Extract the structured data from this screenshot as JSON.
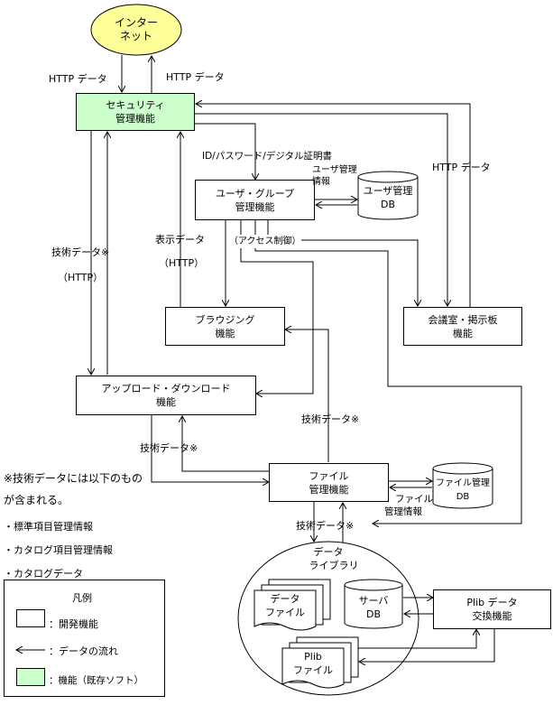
{
  "nodes": {
    "internet": [
      "インター",
      "ネット"
    ],
    "security": [
      "セキュリティ",
      "管理機能"
    ],
    "user_group": [
      "ユーザ・グループ",
      "管理機能"
    ],
    "user_db": [
      "ユーザ管理",
      "DB"
    ],
    "browsing": [
      "ブラウジング",
      "機能"
    ],
    "meeting": [
      "会議室・掲示板",
      "機能"
    ],
    "updown": [
      "アップロード・ダウンロード",
      "機能"
    ],
    "file_mgmt": [
      "ファイル",
      "管理機能"
    ],
    "file_db": [
      "ファイル管理",
      "DB"
    ],
    "data_library_title": [
      "データ",
      "ライブラリ"
    ],
    "data_file": [
      "データ",
      "ファイル"
    ],
    "server_db": [
      "サーバ",
      "DB"
    ],
    "plib_file": [
      "Plib",
      "ファイル"
    ],
    "plib_exchange": [
      "Plib データ",
      "交換機能"
    ]
  },
  "edge_labels": {
    "http_in": "HTTP データ",
    "http_out": "HTTP データ",
    "id_auth": "ID/パスワード/デジタル証明書",
    "user_info": [
      "ユーザ管理",
      "情報"
    ],
    "http_right": "HTTP データ",
    "tech_data": "技術データ※",
    "http_paren1": "（HTTP）",
    "display_data": "表示データ",
    "http_paren2": "（HTTP）",
    "access_control": "（アクセス制御）",
    "tech_data2": "技術データ※",
    "tech_data3": "技術データ※",
    "file_info": [
      "ファイル",
      "管理情報"
    ],
    "tech_data4": "技術データ※"
  },
  "notes": {
    "line1": "※技術データには以下のもの",
    "line2": "が含まれる。",
    "item1": "・標準項目管理情報",
    "item2": "・カタログ項目管理情報",
    "item3": "・カタログデータ"
  },
  "legend": {
    "title": "凡例",
    "dev": "：開発機能",
    "flow": "：データの流れ",
    "existing": "：機能（既存ソフト）"
  },
  "colors": {
    "internet_fill": "#ffff99",
    "existing_fill": "#ccffcc"
  }
}
